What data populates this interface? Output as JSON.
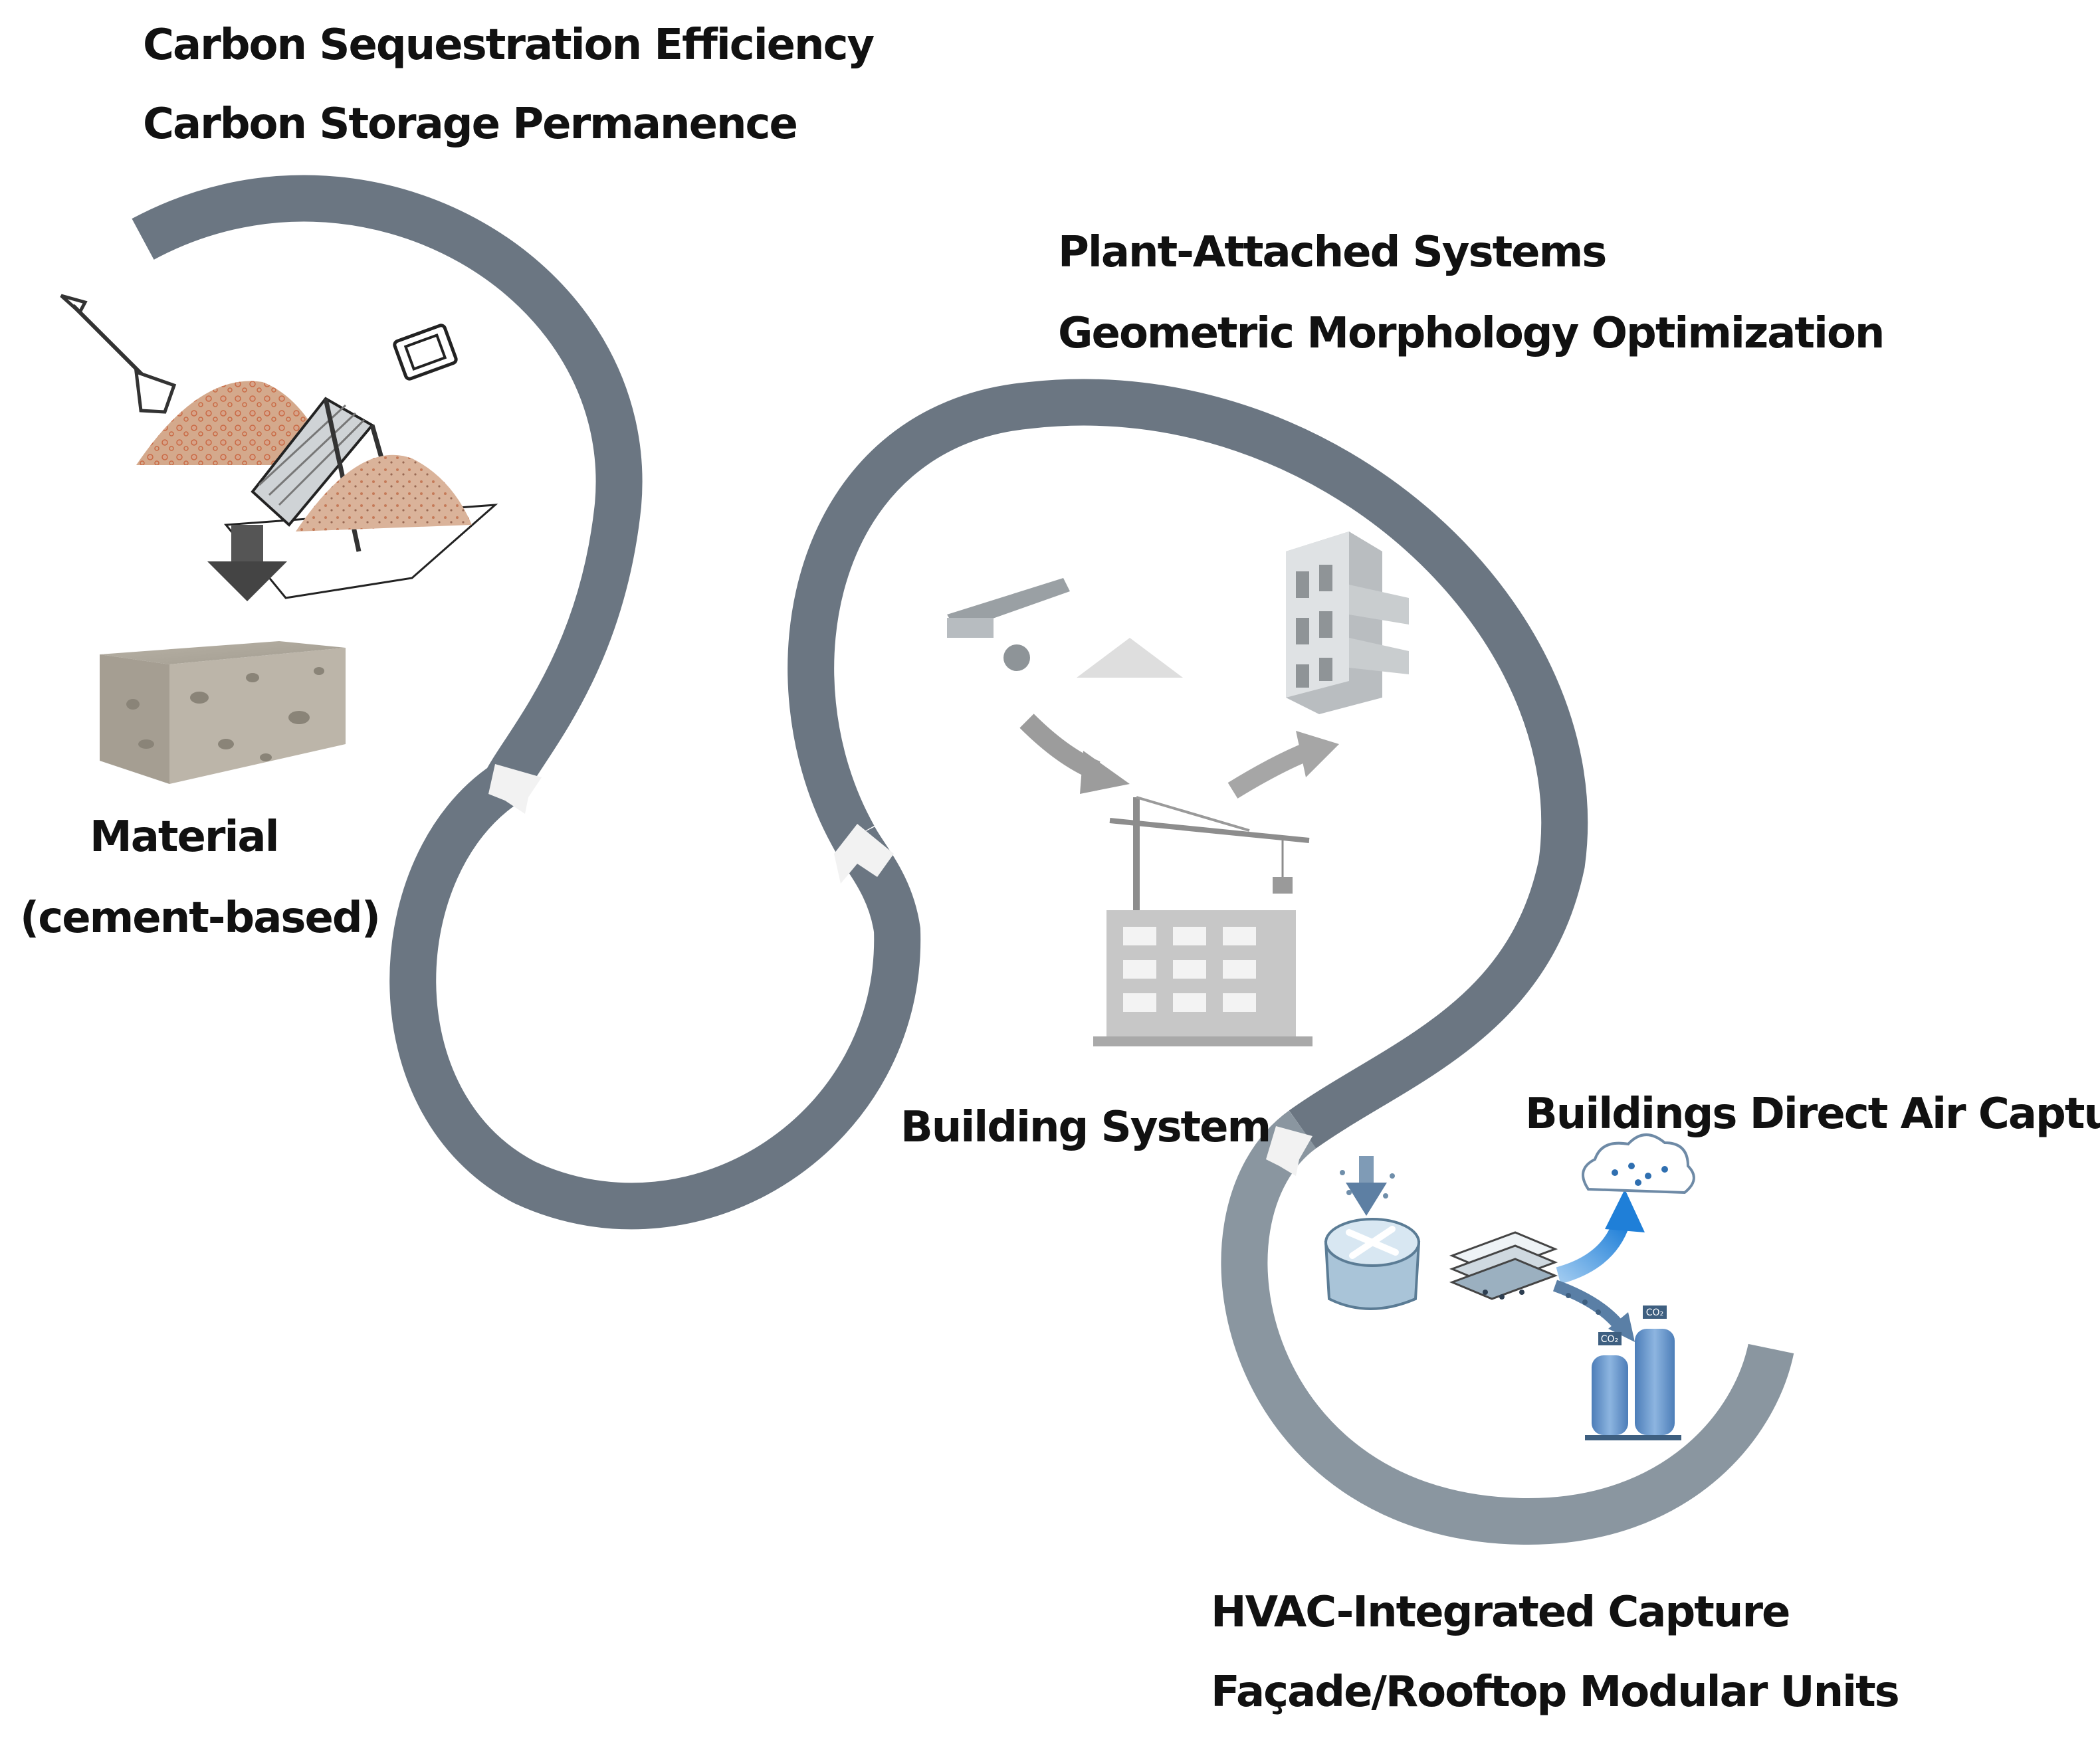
{
  "labels": {
    "material_benefit_1": "Carbon Sequestration Efficiency",
    "material_benefit_2": "Carbon Storage Permanence",
    "material_title": "Material",
    "material_subtitle": "(cement-based)",
    "building_benefit_1": "Plant-Attached Systems",
    "building_benefit_2": "Geometric Morphology Optimization",
    "building_title": "Building System",
    "dac_title": "Buildings Direct Air Capture",
    "dac_benefit_1": "HVAC-Integrated Capture",
    "dac_benefit_2": "Façade/Rooftop Modular Units"
  },
  "icons": {
    "gas_cylinder_label": "CO₂"
  },
  "colors": {
    "ribbon": "#6b7682",
    "ribbon_light": "#8a96a0",
    "text": "#111111",
    "accent_blue": "#3a8fd6"
  }
}
